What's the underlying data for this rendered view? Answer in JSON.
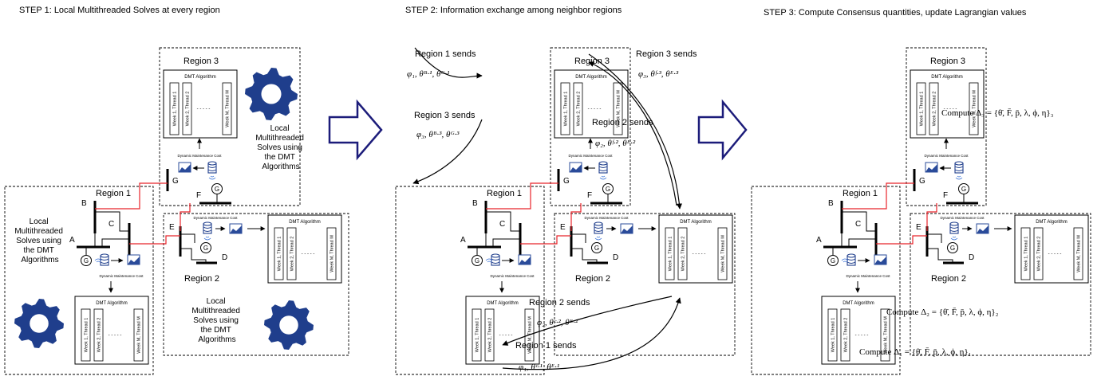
{
  "steps": [
    {
      "id": "step1",
      "title": "STEP 1: Local Multithreaded Solves at every region"
    },
    {
      "id": "step2",
      "title": "STEP 2: Information exchange among neighbor regions"
    },
    {
      "id": "step3",
      "title": "STEP 3: Compute Consensus quantities, update Lagrangian values"
    }
  ],
  "labels": {
    "region1": "Region 1",
    "region2": "Region 2",
    "region3": "Region 3",
    "dmt_algorithm": "DMT Algorithm",
    "dynamic_maintenance_cost": "Dynamic Maintenance Cost",
    "generator": "G",
    "dots": "- - - - -",
    "threads": [
      "Week 1, Thread 1",
      "Week 2, Thread 2",
      "Week M, Thread M"
    ],
    "buses": [
      "A",
      "B",
      "C",
      "D",
      "E",
      "F",
      "G"
    ]
  },
  "step1_text": {
    "local_solves_region3": [
      "Local",
      "Multithreaded",
      "Solves using",
      "the DMT",
      "Algorithms"
    ],
    "local_solves_region1": [
      "Local",
      "Multithreaded",
      "Solves using",
      "the DMT",
      "Algorithms"
    ],
    "local_solves_region2": [
      "Local",
      "Multithreaded",
      "Solves using",
      "the DMT",
      "Algorithms"
    ]
  },
  "step2_text": {
    "r1_sends_top": "Region 1 sends",
    "r1_sends_top_eq": "φ₁, θᴮ·¹, θᴳ·¹",
    "r3_sends_left": "Region 3 sends",
    "r3_sends_left_eq": "φ₃, θᴮ·³, θᴳ·³",
    "r3_sends_right": "Region 3 sends",
    "r3_sends_right_eq": "φ₃, θᶠ·³, θᴱ·³",
    "r2_sends_right": "Region 2 sends",
    "r2_sends_right_eq": "φ₂, θᶠ·², θᴱ·²",
    "r2_sends_bottom": "Region 2 sends",
    "r2_sends_bottom_eq": "φ₂, θᶜ·², θᴱ·²",
    "r1_sends_bottom": "Region 1 sends",
    "r1_sends_bottom_eq": "φ₁, θᶜ·¹, θᴱ·¹"
  },
  "step3_text": {
    "compute3": "Compute Δ₃ = {θ̄, F̄, p̄, λ, ϕ, η}₃",
    "compute2": "Compute Δ₂ = {θ̄, F̄, p̄, λ, ϕ, η}₂",
    "compute1": "Compute Δ₁ = {θ̄, F̄, p̄, λ, ϕ, η}₁"
  },
  "colors": {
    "tie_line": "#e8242b",
    "gear": "#1f3e8c",
    "arrow": "#1c1c7a",
    "chart_icon": "#2a4b9a"
  }
}
